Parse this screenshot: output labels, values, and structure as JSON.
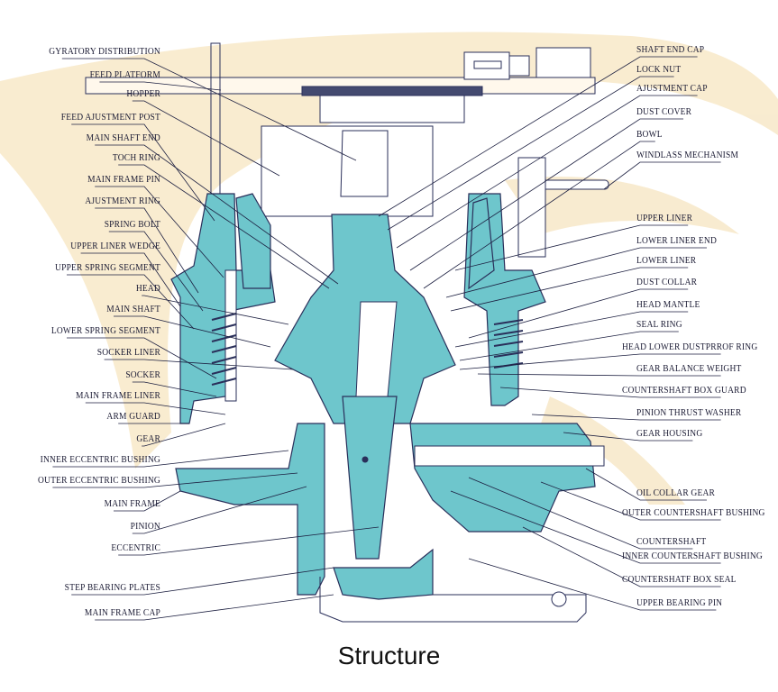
{
  "caption": "Structure",
  "colors": {
    "part_fill": "#6ec6cc",
    "outline": "#2a2f5a",
    "watermark": "#f6e3b8",
    "leader": "#1c1f40",
    "background": "#ffffff"
  },
  "left_labels": [
    "GYRATORY DISTRIBUTION",
    "FEED PLATFORM",
    "HOPPER",
    "FEED AJUSTMENT POST",
    "MAIN SHAFT END",
    "TOCH RING",
    "MAIN FRAME PIN",
    "AJUSTMENT RING",
    "SPRING BOLT",
    "UPPER LINER WEDGE",
    "UPPER SPRING SEGMENT",
    "HEAD",
    "MAIN SHAFT",
    "LOWER SPRING SEGMENT",
    "SOCKER LINER",
    "SOCKER",
    "MAIN FRAME LINER",
    "ARM GUARD",
    "GEAR",
    "INNER ECCENTRIC BUSHING",
    "OUTER ECCENTRIC BUSHING",
    "MAIN FRAME",
    "PINION",
    "ECCENTRIC",
    "STEP BEARING PLATES",
    "MAIN FRAME CAP"
  ],
  "right_labels": [
    "SHAFT END CAP",
    "LOCK NUT",
    "AJUSTMENT CAP",
    "DUST COVER",
    "BOWL",
    "WINDLASS MECHANISM",
    "UPPER LINER",
    "LOWER LINER END",
    "LOWER LINER",
    "DUST COLLAR",
    "HEAD MANTLE",
    "SEAL RING",
    "HEAD LOWER DUSTPRROF RING",
    "GEAR BALANCE WEIGHT",
    "COUNTERSHAFT BOX GUARD",
    "PINION THRUST WASHER",
    "GEAR HOUSING",
    "OIL COLLAR GEAR",
    "OUTER COUNTERSHAFT BUSHING",
    "COUNTERSHAFT",
    "INNER COUNTERSHAFT BUSHING",
    "COUNTERSHATF BOX SEAL",
    "UPPER BEARING PIN"
  ]
}
